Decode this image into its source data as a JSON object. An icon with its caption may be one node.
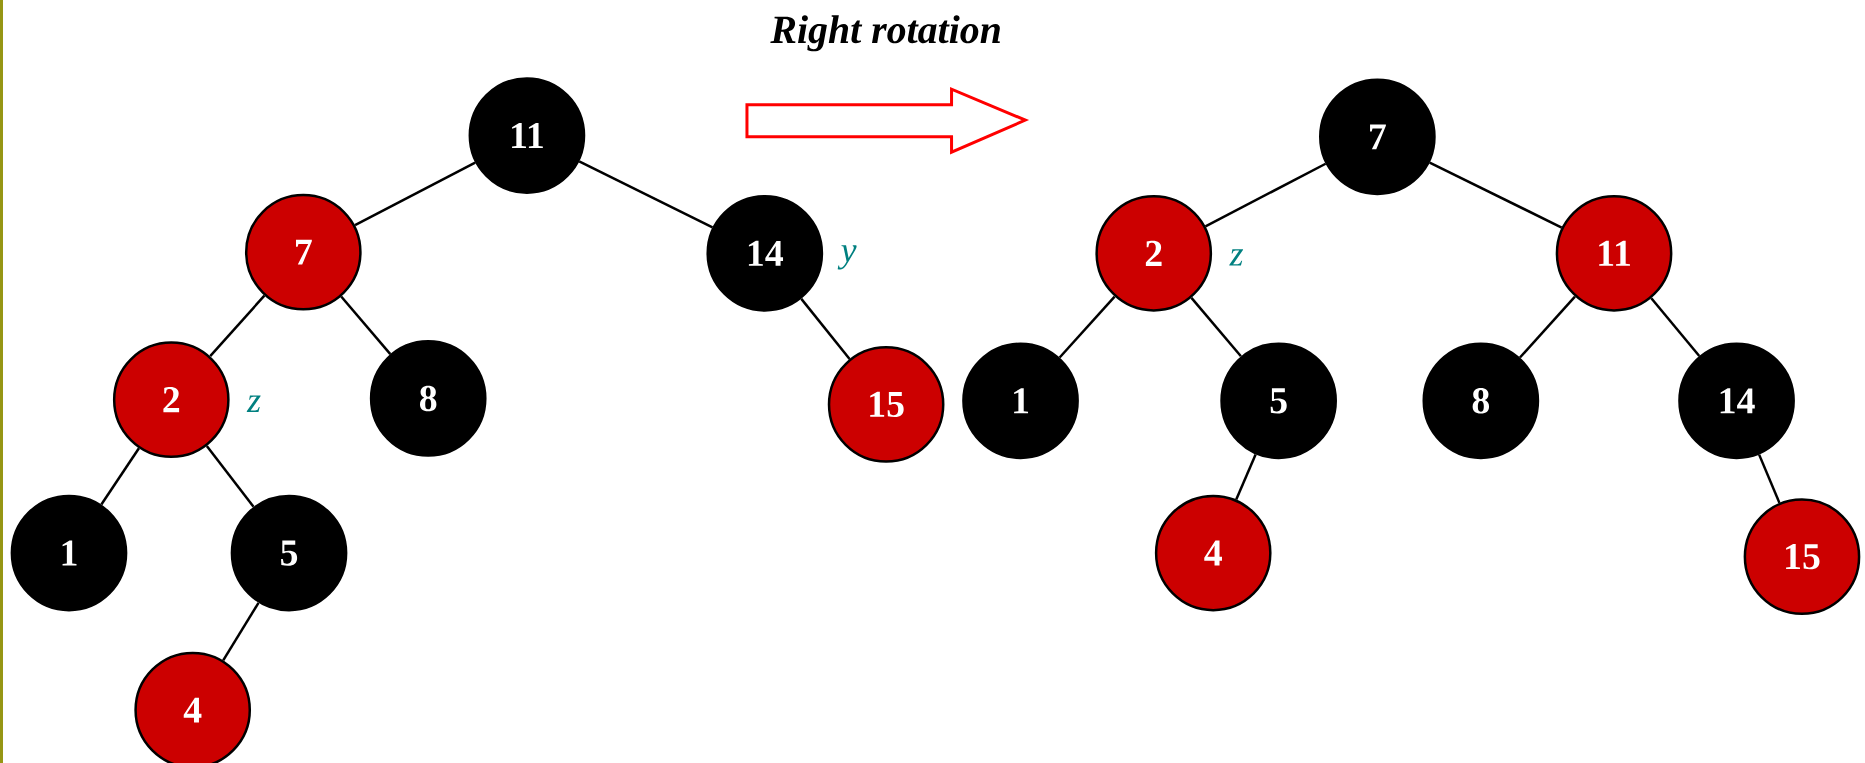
{
  "diagram": {
    "title": "Right rotation",
    "nodes": [
      {
        "text": [
          "11"
        ]
      },
      {
        "text": [
          "7"
        ]
      },
      {
        "text": [
          "14"
        ],
        "beside": [
          "y"
        ]
      },
      {
        "text": [
          "2"
        ],
        "beside": [
          "z"
        ]
      },
      {
        "text": [
          "8"
        ]
      },
      {
        "text": [
          "15"
        ]
      },
      {
        "text": [
          "1"
        ]
      },
      {
        "text": [
          "5"
        ]
      },
      {
        "text": [
          "4"
        ]
      },
      {
        "text": [
          "7"
        ]
      },
      {
        "text": [
          "2"
        ],
        "beside": [
          "z"
        ]
      },
      {
        "text": [
          "11"
        ]
      },
      {
        "text": [
          "1"
        ]
      },
      {
        "text": [
          "5"
        ]
      },
      {
        "text": [
          "8"
        ]
      },
      {
        "text": [
          "14"
        ]
      },
      {
        "text": [
          "4"
        ]
      },
      {
        "text": [
          "15"
        ]
      }
    ],
    "edges": [
      {
        "from": 0,
        "to": 1,
        "arrow": "none"
      },
      {
        "from": 0,
        "to": 2,
        "arrow": "none"
      },
      {
        "from": 1,
        "to": 3,
        "arrow": "none"
      },
      {
        "from": 1,
        "to": 4,
        "arrow": "none"
      },
      {
        "from": 2,
        "to": 5,
        "arrow": "none"
      },
      {
        "from": 3,
        "to": 6,
        "arrow": "none"
      },
      {
        "from": 3,
        "to": 7,
        "arrow": "none"
      },
      {
        "from": 7,
        "to": 8,
        "arrow": "none"
      },
      {
        "from": 9,
        "to": 10,
        "arrow": "none"
      },
      {
        "from": 9,
        "to": 11,
        "arrow": "none"
      },
      {
        "from": 10,
        "to": 12,
        "arrow": "none"
      },
      {
        "from": 10,
        "to": 13,
        "arrow": "none"
      },
      {
        "from": 11,
        "to": 14,
        "arrow": "none"
      },
      {
        "from": 11,
        "to": 15,
        "arrow": "none"
      },
      {
        "from": 13,
        "to": 16,
        "arrow": "none"
      },
      {
        "from": 15,
        "to": 17,
        "arrow": "none"
      }
    ]
  }
}
